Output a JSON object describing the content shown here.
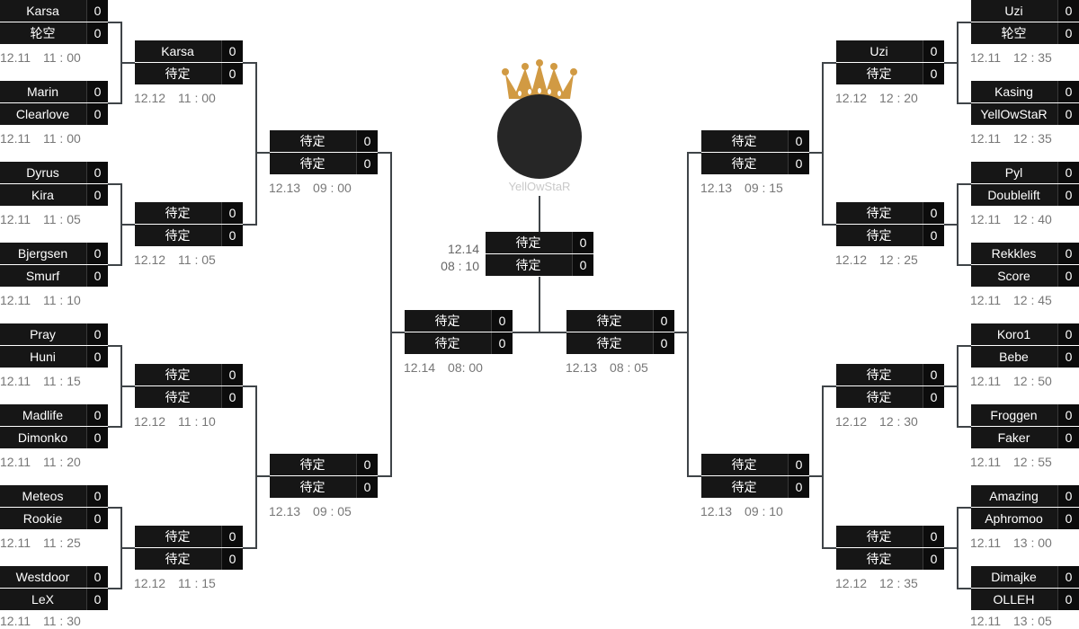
{
  "bracket": {
    "left": {
      "r1": [
        {
          "p1": "Karsa",
          "s1": "0",
          "p2": "轮空",
          "s2": "0",
          "time": "12.11　11 : 00"
        },
        {
          "p1": "Marin",
          "s1": "0",
          "p2": "Clearlove",
          "s2": "0",
          "time": "12.11　11 : 00"
        },
        {
          "p1": "Dyrus",
          "s1": "0",
          "p2": "Kira",
          "s2": "0",
          "time": "12.11　11 : 05"
        },
        {
          "p1": "Bjergsen",
          "s1": "0",
          "p2": "Smurf",
          "s2": "0",
          "time": "12.11　11 : 10"
        },
        {
          "p1": "Pray",
          "s1": "0",
          "p2": "Huni",
          "s2": "0",
          "time": "12.11　11 : 15"
        },
        {
          "p1": "Madlife",
          "s1": "0",
          "p2": "Dimonko",
          "s2": "0",
          "time": "12.11　11 : 20"
        },
        {
          "p1": "Meteos",
          "s1": "0",
          "p2": "Rookie",
          "s2": "0",
          "time": "12.11　11 : 25"
        },
        {
          "p1": "Westdoor",
          "s1": "0",
          "p2": "LeX",
          "s2": "0",
          "time": "12.11　11 : 30"
        }
      ],
      "r2": [
        {
          "p1": "Karsa",
          "s1": "0",
          "p2": "待定",
          "s2": "0",
          "time": "12.12　11 : 00"
        },
        {
          "p1": "待定",
          "s1": "0",
          "p2": "待定",
          "s2": "0",
          "time": "12.12　11 : 05"
        },
        {
          "p1": "待定",
          "s1": "0",
          "p2": "待定",
          "s2": "0",
          "time": "12.12　11 : 10"
        },
        {
          "p1": "待定",
          "s1": "0",
          "p2": "待定",
          "s2": "0",
          "time": "12.12　11 : 15"
        }
      ],
      "r3": [
        {
          "p1": "待定",
          "s1": "0",
          "p2": "待定",
          "s2": "0",
          "time": "12.13　09 : 00"
        },
        {
          "p1": "待定",
          "s1": "0",
          "p2": "待定",
          "s2": "0",
          "time": "12.13　09 : 05"
        }
      ],
      "r4": [
        {
          "p1": "待定",
          "s1": "0",
          "p2": "待定",
          "s2": "0",
          "time": "12.14　08: 00"
        }
      ]
    },
    "right": {
      "r1": [
        {
          "p1": "Uzi",
          "s1": "0",
          "p2": "轮空",
          "s2": "0",
          "time": "12.11　12 : 35"
        },
        {
          "p1": "Kasing",
          "s1": "0",
          "p2": "YellOwStaR",
          "s2": "0",
          "time": "12.11　12 : 35"
        },
        {
          "p1": "Pyl",
          "s1": "0",
          "p2": "Doublelift",
          "s2": "0",
          "time": "12.11　12 : 40"
        },
        {
          "p1": "Rekkles",
          "s1": "0",
          "p2": "Score",
          "s2": "0",
          "time": "12.11　12 : 45"
        },
        {
          "p1": "Koro1",
          "s1": "0",
          "p2": "Bebe",
          "s2": "0",
          "time": "12.11　12 : 50"
        },
        {
          "p1": "Froggen",
          "s1": "0",
          "p2": "Faker",
          "s2": "0",
          "time": "12.11　12 : 55"
        },
        {
          "p1": "Amazing",
          "s1": "0",
          "p2": "Aphromoo",
          "s2": "0",
          "time": "12.11　13 : 00"
        },
        {
          "p1": "Dimajke",
          "s1": "0",
          "p2": "OLLEH",
          "s2": "0",
          "time": "12.11　13 : 05"
        }
      ],
      "r2": [
        {
          "p1": "Uzi",
          "s1": "0",
          "p2": "待定",
          "s2": "0",
          "time": "12.12　12 : 20"
        },
        {
          "p1": "待定",
          "s1": "0",
          "p2": "待定",
          "s2": "0",
          "time": "12.12　12 : 25"
        },
        {
          "p1": "待定",
          "s1": "0",
          "p2": "待定",
          "s2": "0",
          "time": "12.12　12 : 30"
        },
        {
          "p1": "待定",
          "s1": "0",
          "p2": "待定",
          "s2": "0",
          "time": "12.12　12 : 35"
        }
      ],
      "r3": [
        {
          "p1": "待定",
          "s1": "0",
          "p2": "待定",
          "s2": "0",
          "time": "12.13　09 : 15"
        },
        {
          "p1": "待定",
          "s1": "0",
          "p2": "待定",
          "s2": "0",
          "time": "12.13　09 : 10"
        }
      ],
      "r4": [
        {
          "p1": "待定",
          "s1": "0",
          "p2": "待定",
          "s2": "0",
          "time": "12.13　08 : 05"
        }
      ]
    },
    "final": {
      "p1": "待定",
      "s1": "0",
      "p2": "待定",
      "s2": "0",
      "date": "12.14",
      "clock": "08 : 10"
    },
    "champion": {
      "name": "YellOwStaR",
      "crown_icon": "crown-icon",
      "crown_color": "#d19a43",
      "avatar_color": "#262626"
    }
  }
}
